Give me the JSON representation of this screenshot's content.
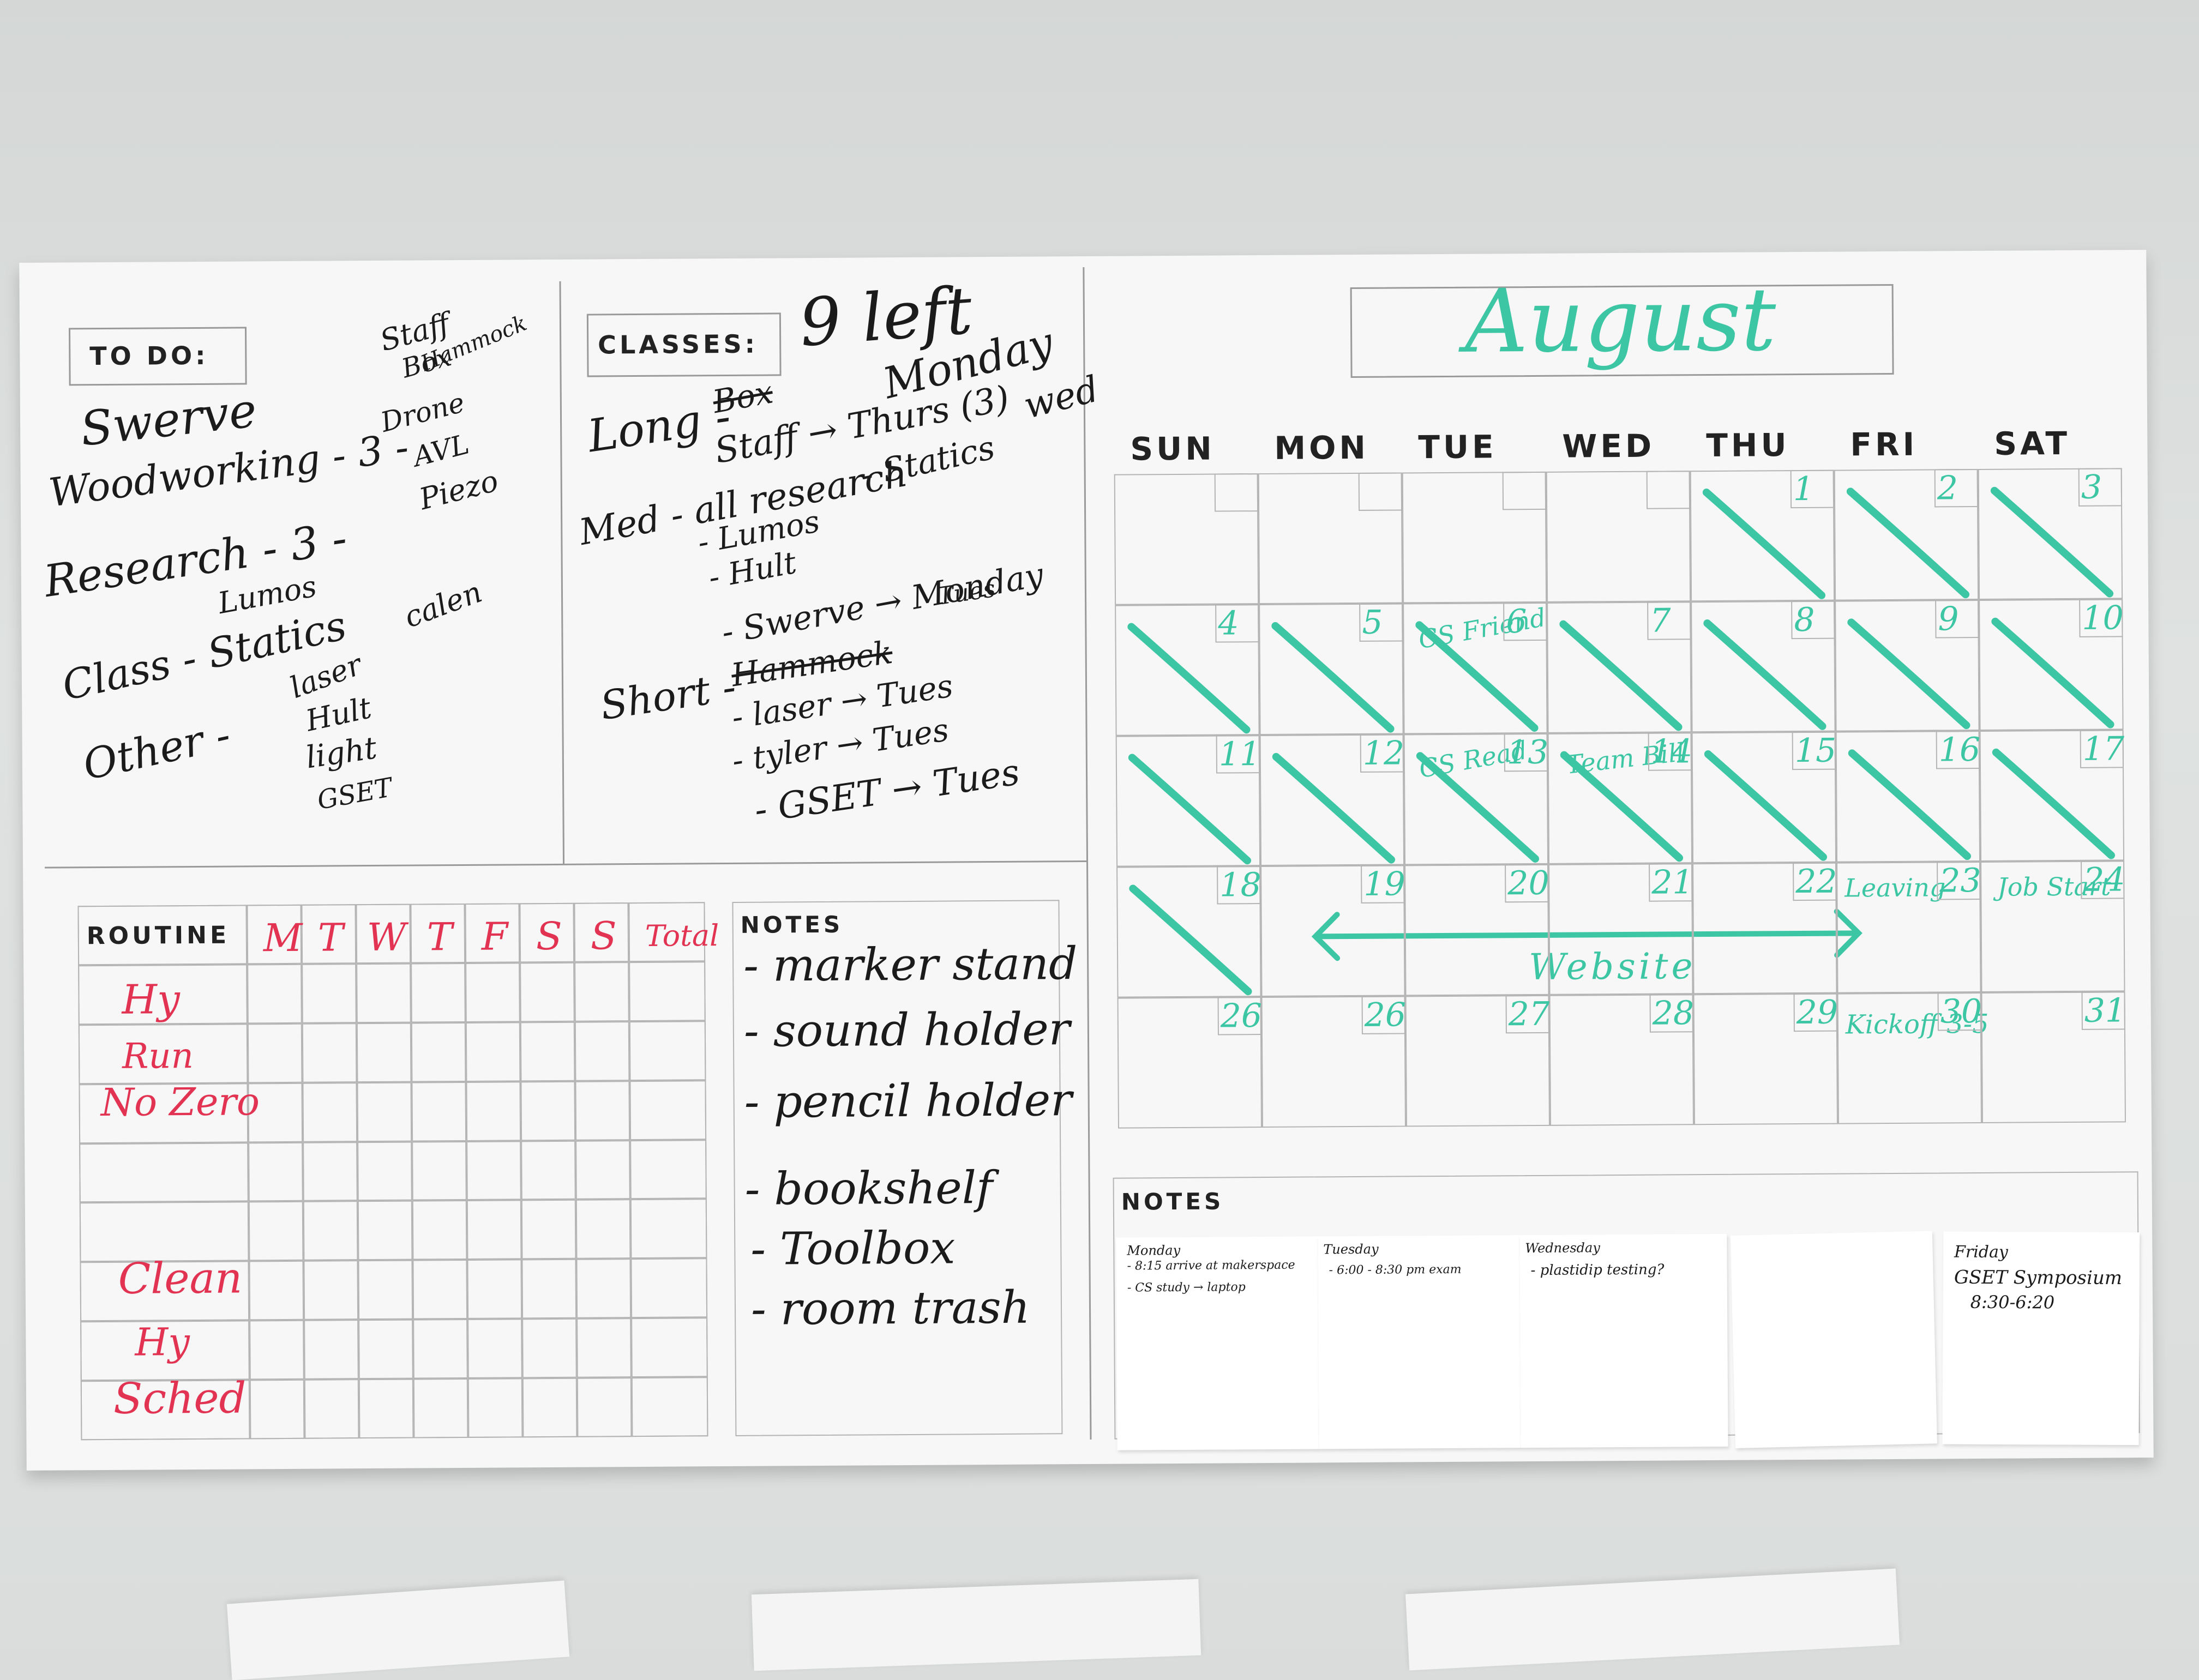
{
  "todo": {
    "header": "TO DO:",
    "lines": [
      "Swerve",
      "Woodworking - 3 -",
      "Research - 3 -",
      "Class - Statics",
      "Other -"
    ],
    "woodworking_items": [
      "Staff",
      "Box",
      "Hammock"
    ],
    "research_items": [
      "Drone",
      "AVL",
      "Piezo"
    ],
    "class_above": "Lumos",
    "other_items": [
      "laser",
      "calen",
      "Hult",
      "light",
      "GSET"
    ]
  },
  "classes": {
    "header": "CLASSES:",
    "count_note": "9 left",
    "long_label": "Long -",
    "long_items": [
      "Box",
      "Staff → Thurs (3)"
    ],
    "long_day": "Monday",
    "med_label": "Med - all research",
    "med_note": "- Statics",
    "wed": "wed",
    "med_items": [
      "- Lumos",
      "- Hult",
      "- Swerve → Monday",
      "Tues"
    ],
    "short_label": "Short -",
    "short_items": [
      "Hammock",
      "- laser → Tues",
      "- tyler → Tues",
      "- GSET → Tues"
    ]
  },
  "routine": {
    "header": "ROUTINE",
    "days": [
      "M",
      "T",
      "W",
      "T",
      "F",
      "S",
      "S",
      "Total"
    ],
    "rows": [
      "Hy",
      "Run",
      "No Zero",
      "",
      "",
      "Clean",
      "Hy",
      "Sched"
    ]
  },
  "notes_left": {
    "header": "NOTES",
    "items": [
      "- marker stand",
      "- sound holder",
      "- pencil holder",
      "- bookshelf",
      "- Toolbox",
      "- room trash"
    ]
  },
  "calendar": {
    "month": "August",
    "weekdays": [
      "SUN",
      "MON",
      "TUE",
      "WED",
      "THU",
      "FRI",
      "SAT"
    ],
    "days": [
      "",
      "",
      "",
      "",
      "1",
      "2",
      "3",
      "4",
      "5",
      "6",
      "7",
      "8",
      "9",
      "10",
      "11",
      "12",
      "13",
      "14",
      "15",
      "16",
      "17",
      "18",
      "19",
      "20",
      "21",
      "22",
      "23",
      "24",
      "26",
      "26",
      "27",
      "28",
      "29",
      "30",
      "31"
    ],
    "events": {
      "cs_friend": "CS Friend",
      "cs_read": "CS Read",
      "team_bill": "Team Bill",
      "leaving": "Leaving",
      "job_start": "Job Start",
      "website": "Website",
      "kickoff": "Kickoff 3-5"
    }
  },
  "notes_right": {
    "header": "NOTES",
    "stickies": [
      {
        "title": "Monday",
        "lines": [
          "- 8:15 arrive at makerspace",
          "- CS study → laptop"
        ]
      },
      {
        "title": "Tuesday",
        "lines": [
          "- 6:00 - 8:30 pm exam"
        ]
      },
      {
        "title": "Wednesday",
        "lines": [
          "- plastidip testing?"
        ]
      },
      {
        "title": "",
        "lines": []
      },
      {
        "title": "Friday",
        "lines": [
          "GSET Symposium",
          "8:30-6:20"
        ]
      }
    ]
  },
  "colors": {
    "teal_marker": "#3cc6a4",
    "red_marker": "#e23452",
    "black_marker": "#1b1b1b"
  }
}
